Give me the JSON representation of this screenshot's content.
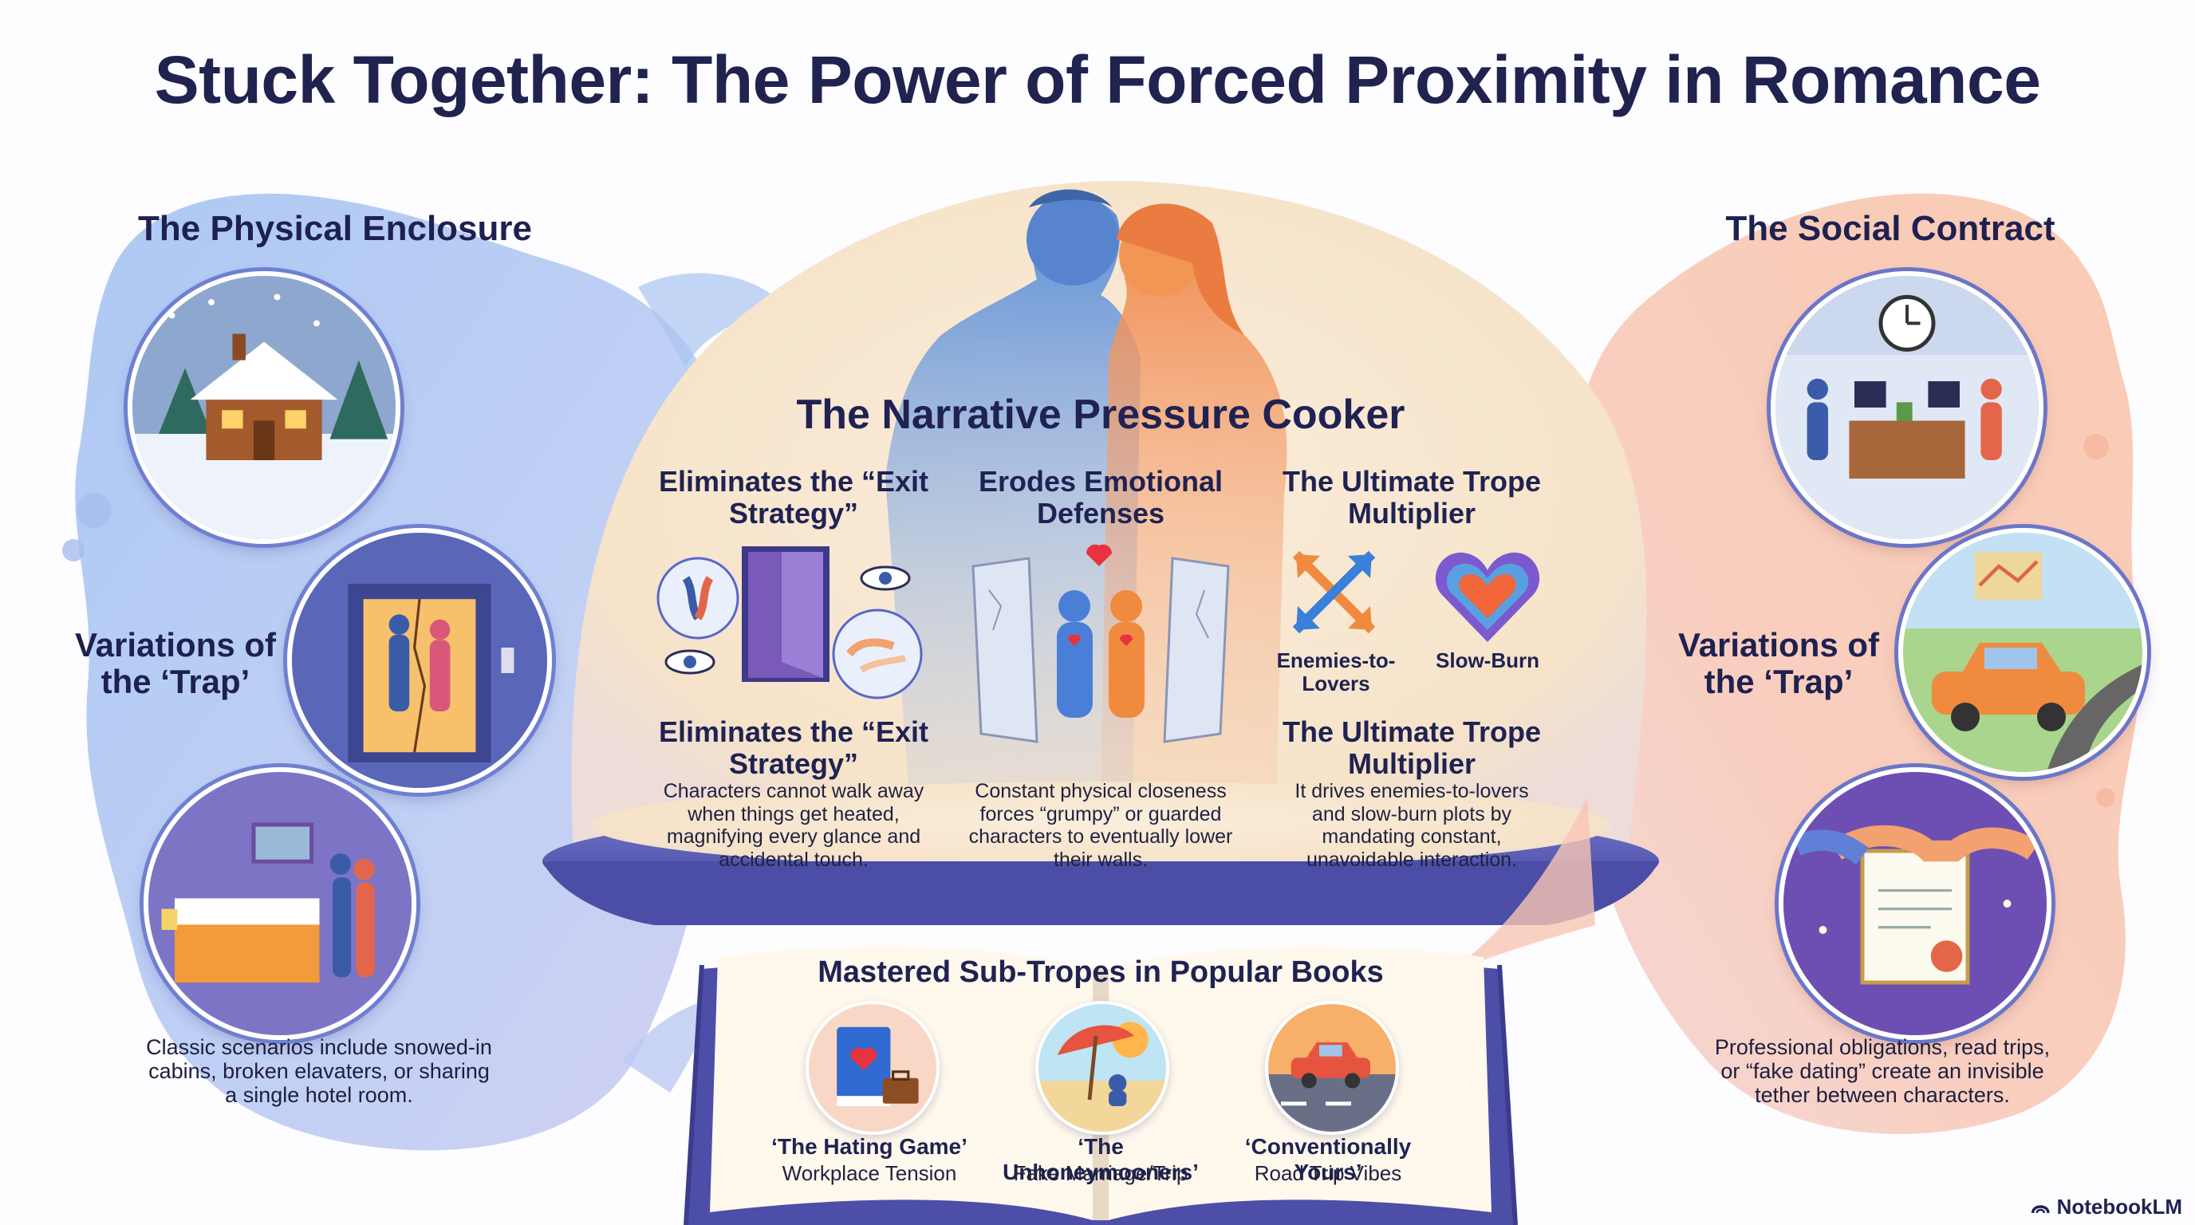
{
  "title": "Stuck Together: The Power of Forced Proximity in Romance",
  "left": {
    "heading": "The Physical Enclosure",
    "variations": "Variations of the ‘Trap’",
    "caption": "Classic scenarios include snowed-in cabins, broken elavaters, or sharing a single hotel room.",
    "icons": [
      "snowed-cabin-icon",
      "broken-elevator-icon",
      "hotel-room-icon"
    ]
  },
  "right": {
    "heading": "The Social Contract",
    "variations": "Variations of the ‘Trap’",
    "caption": "Professional obligations, read trips, or “fake dating” create an invisible tether between characters.",
    "icons": [
      "shared-office-icon",
      "road-trip-car-icon",
      "contract-handshake-icon"
    ]
  },
  "center": {
    "title": "The Narrative Pressure Cooker",
    "columns": [
      {
        "heading": "Eliminates the “Exit Strategy”",
        "sub_heading": "Eliminates the “Exit Strategy”",
        "body": "Characters cannot walk away when things get heated, magnifying every glance and accidental touch."
      },
      {
        "heading": "Erodes Emotional Defenses",
        "sub_heading": "",
        "body": "Constant physical closeness forces “grumpy” or guarded characters to eventually lower their walls."
      },
      {
        "heading": "The Ultimate Trope Multiplier",
        "sub_heading": "The Ultimate Trope Multiplier",
        "body": "It drives enemies-to-lovers and slow-burn plots by mandating constant, unavoidable interaction."
      }
    ],
    "tropes": [
      {
        "label": "Enemies-to-Lovers",
        "icon": "crossed-arrows-icon"
      },
      {
        "label": "Slow-Burn",
        "icon": "glowing-heart-icon"
      }
    ]
  },
  "book": {
    "title": "Mastered Sub-Tropes in Popular Books",
    "items": [
      {
        "name": "‘The Hating Game’",
        "sub": "Workplace Tension",
        "icon": "book-briefcase-icon"
      },
      {
        "name": "‘The Unhoneymooners’",
        "sub": "Fake Marriage/Trip",
        "icon": "beach-umbrella-icon"
      },
      {
        "name": "‘Conventionally Yours’",
        "sub": "Road Trip Vibes",
        "icon": "sunset-car-icon"
      }
    ]
  },
  "brand": "NotebookLM",
  "colors": {
    "navy": "#1f2252",
    "blue_blob": "#a9c4f0",
    "peach_blob": "#f8c4a8",
    "dome": "#f7e6cf",
    "pedestal": "#5a5fb8"
  }
}
